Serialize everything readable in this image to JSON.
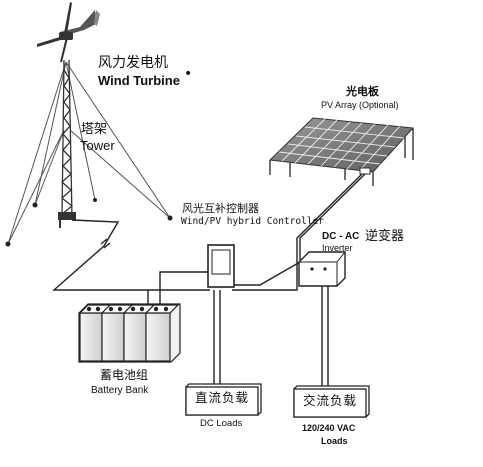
{
  "wind_turbine": {
    "label_cn": "风力发电机",
    "label_en": "Wind Turbine"
  },
  "tower": {
    "label_cn": "塔架",
    "label_en": "Tower"
  },
  "pv_array": {
    "label_cn": "光电板",
    "label_en": "PV Array (Optional)"
  },
  "controller": {
    "label_cn": "风光互补控制器",
    "label_en": "Wind/PV hybrid Controller"
  },
  "inverter": {
    "label_prefix": "DC - AC",
    "label_cn": "逆变器",
    "label_en": "Inverter"
  },
  "battery_bank": {
    "label_cn": "蓄电池组",
    "label_en": "Battery Bank"
  },
  "dc_loads": {
    "box_text": "直流负载",
    "label_en": "DC Loads"
  },
  "ac_loads": {
    "box_text": "交流负载",
    "label_en_line1": "120/240 VAC",
    "label_en_line2": "Loads"
  }
}
